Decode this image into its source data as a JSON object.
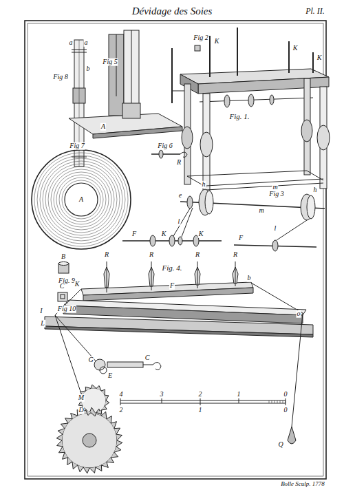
{
  "diagram": {
    "title": "Dévidage des Soies",
    "labels": [
      "Pl. II.",
      "a",
      "a",
      "Fig 2",
      "K",
      "K",
      "K",
      "Fig 8",
      "b",
      "Fig 5",
      "A",
      "Fig. 1.",
      "R",
      "m",
      "Fig 7",
      "Fig 6",
      "h",
      "Fig 3",
      "h",
      "e",
      "m",
      "l",
      "l",
      "A",
      "F",
      "K",
      "K",
      "F",
      "B",
      "Fig. 9",
      "C",
      "Fig 10",
      "R",
      "R",
      "R",
      "R",
      "Fig. 4.",
      "K",
      "F",
      "b",
      "I",
      "o",
      "L",
      "G",
      "E",
      "C",
      "M",
      "D",
      "4",
      "3",
      "2",
      "1",
      "0",
      "2",
      "1",
      "0",
      "Q",
      "Bolle Sculp. 1778"
    ]
  }
}
